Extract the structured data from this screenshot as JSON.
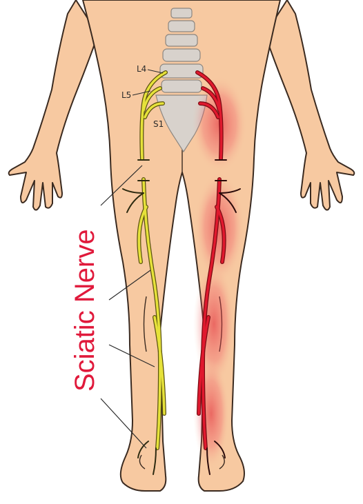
{
  "title": "Sciatic Nerve",
  "labels": {
    "l4": "L4",
    "l5": "L5",
    "s1": "S1"
  },
  "colors": {
    "skin": "#f7c9a1",
    "outline": "#3a2a20",
    "bone": "#d8d2cc",
    "healthy_nerve": "#e6e23a",
    "painful_nerve": "#e0192e",
    "title": "#e0193b"
  }
}
